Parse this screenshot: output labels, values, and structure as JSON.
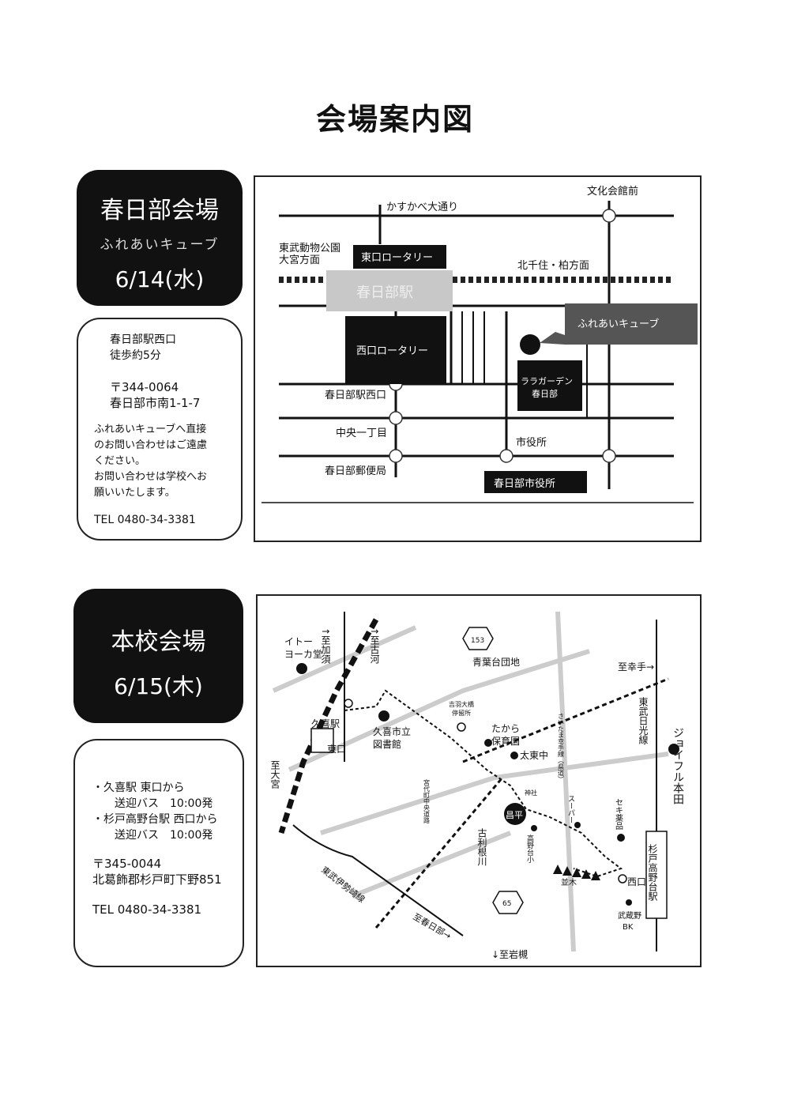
{
  "page_title": "会場案内図",
  "kasukabe": {
    "venue_name": "春日部会場",
    "venue_sub": "ふれあいキューブ",
    "date": "6/14(水)",
    "access_line1": "春日部駅西口",
    "access_line2": "徒歩約5分",
    "postal": "〒344-0064",
    "address": "春日部市南1-1-7",
    "note1": "ふれあいキューブへ直接",
    "note2": "のお問い合わせはご遠慮",
    "note3": "ください。",
    "note4": "お問い合わせは学校へお",
    "note5": "願いいたします。",
    "tel": "TEL 0480-34-3381",
    "map": {
      "bunka_kaikan": "文化会館前",
      "kasukabe_dori": "かすかべ大通り",
      "tobu_dobutsu1": "東武動物公園",
      "tobu_dobutsu2": "大宮方面",
      "higashi_rotary": "東口ロータリー",
      "kitasenju": "北千住・柏方面",
      "station": "春日部駅",
      "fureai_cube": "ふれあいキューブ",
      "nishi_rotary": "西口ロータリー",
      "lalagarden1": "ララガーデン",
      "lalagarden2": "春日部",
      "nishiguchi": "春日部駅西口",
      "chuo": "中央一丁目",
      "shiyakusho_stop": "市役所",
      "post_office": "春日部郵便局",
      "city_hall": "春日部市役所"
    }
  },
  "honko": {
    "venue_name": "本校会場",
    "date": "6/15(木)",
    "bus1_a": "・久喜駅 東口から",
    "bus1_b": "送迎バス　10:00発",
    "bus2_a": "・杉戸高野台駅 西口から",
    "bus2_b": "送迎バス　10:00発",
    "postal": "〒345-0044",
    "address": "北葛飾郡杉戸町下野851",
    "tel": "TEL 0480-34-3381",
    "map": {
      "to_kazo": "↑至加須",
      "to_koga": "↑至古河",
      "ito_yokado1": "イトー",
      "ito_yokado2": "ヨーカ堂",
      "route153": "153",
      "aobadai": "青葉台団地",
      "to_satte": "至幸手→",
      "kuki_station": "久喜駅",
      "east_exit": "東口",
      "library1": "久喜市立",
      "library2": "図書館",
      "police1": "吉羽大橋",
      "police2": "停留所",
      "takara1": "たから",
      "takara2": "保育園",
      "otohigashi": "太東中",
      "saitama_road": "さいたま幸手線（県道）",
      "tobu_nikko": "東武日光線",
      "joyful": "ジョイフル本田",
      "to_omiya": "至大宮",
      "miyashiro_road": "宮代町中央道路",
      "jinja": "神社",
      "supermarket": "スーパー",
      "seki": "セキ薬品",
      "school": "昌平",
      "takanodai_sho": "高野台小",
      "tone_river": "古利根川",
      "namiki": "並木",
      "west_exit": "西口",
      "sugito_station": "杉戸高野台駅",
      "tobu_isesaki": "東武伊勢崎線",
      "route65": "65",
      "to_kasukabe": "至春日部→",
      "musashino_bk1": "武蔵野",
      "musashino_bk2": "BK",
      "to_iwatsuki": "↓至岩槻"
    }
  }
}
